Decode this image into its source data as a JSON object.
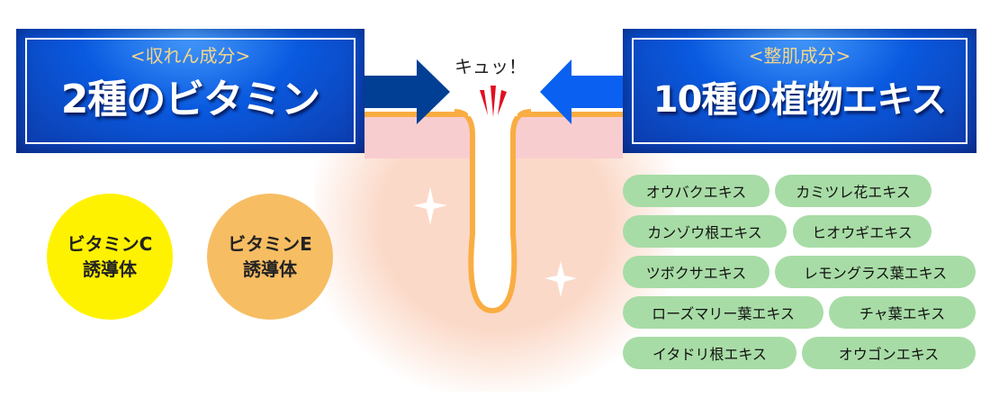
{
  "left_box": {
    "subtitle": "<収れん成分>",
    "title": "2種のビタミン"
  },
  "right_box": {
    "subtitle": "<整肌成分>",
    "title": "10種の植物エキス"
  },
  "center": {
    "label": "キュッ！"
  },
  "vitamins": [
    {
      "line1": "ビタミンC",
      "line2": "誘導体",
      "color": "#fff200"
    },
    {
      "line1": "ビタミンE",
      "line2": "誘導体",
      "color": "#f7bd63"
    }
  ],
  "extracts": [
    "オウバクエキス",
    "カミツレ花エキス",
    "カンゾウ根エキス",
    "ヒオウギエキス",
    "ツボクサエキス",
    "レモングラス葉エキス",
    "ローズマリー葉エキス",
    "チャ葉エキス",
    "イタドリ根エキス",
    "オウゴンエキス"
  ]
}
